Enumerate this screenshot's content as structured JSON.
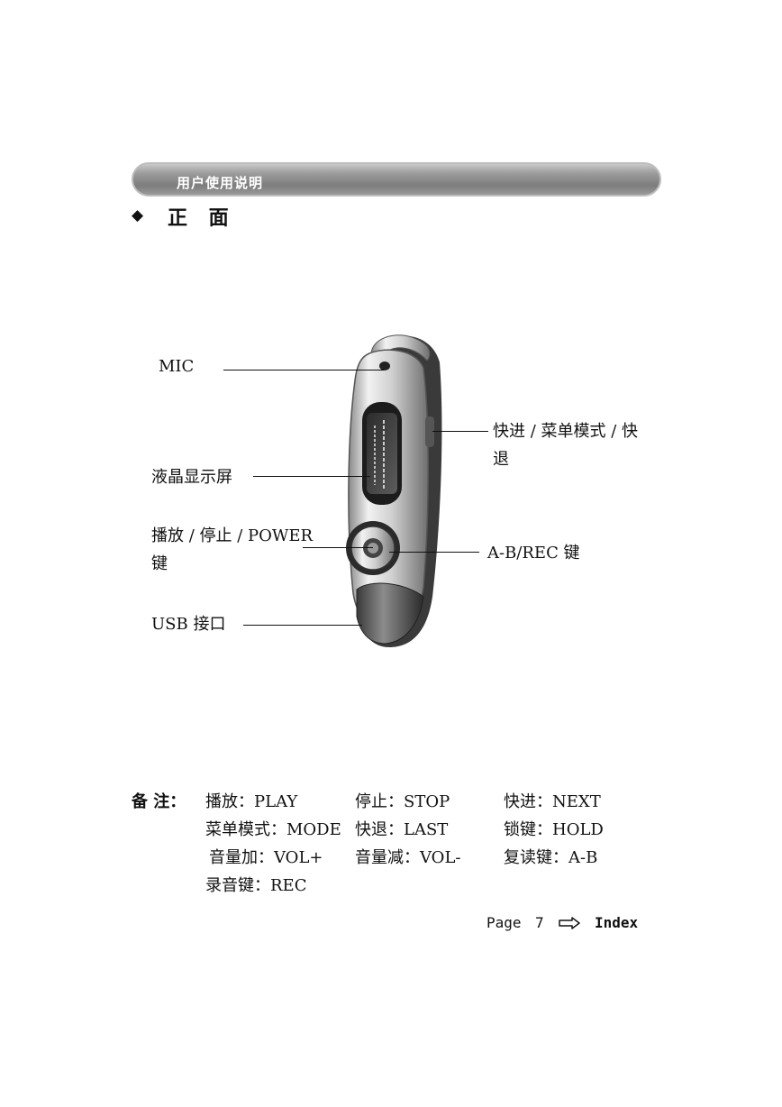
{
  "header": {
    "banner_text": "用户使用说明"
  },
  "section": {
    "bullet_icon": "diamond-bullet",
    "title": "正 面"
  },
  "device": {
    "icon": "mp3-player-illustration"
  },
  "callouts": {
    "mic": "MIC",
    "lcd": "液晶显示屏",
    "play": [
      "播放 / 停止 / POWER",
      "键"
    ],
    "usb": "USB 接口",
    "next": [
      "快进 / 菜单模式 / 快",
      "退"
    ],
    "abrec": "A-B/REC 键"
  },
  "notes": {
    "label": "备 注：",
    "rows": [
      [
        "播放：PLAY",
        "停止：STOP",
        "快进：NEXT"
      ],
      [
        "菜单模式：MODE",
        "快退：LAST",
        "锁键：HOLD"
      ],
      [
        "音量加：VOL+",
        "音量减：VOL-",
        "复读键：A-B"
      ],
      [
        "录音键：REC"
      ]
    ]
  },
  "footer": {
    "page_label": "Page",
    "page_number": "7",
    "arrow_icon": "right-arrow-icon",
    "index_label": "Index"
  }
}
